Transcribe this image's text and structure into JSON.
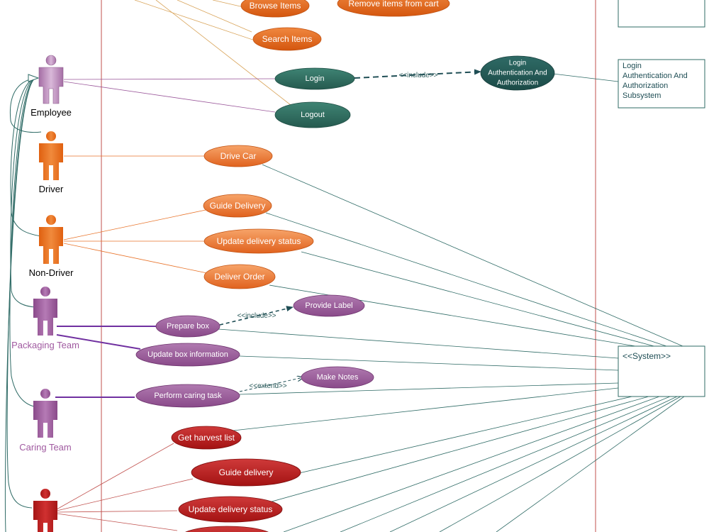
{
  "actors": {
    "employee": "Employee",
    "driver": "Driver",
    "non_driver": "Non-Driver",
    "packaging_team": "Packaging Team",
    "caring_team": "Caring Team"
  },
  "use_cases": {
    "browse_items": "Browse Items",
    "remove_items_from_cart": "Remove items from cart",
    "search_items": "Search Items",
    "login": "Login",
    "logout": "Logout",
    "login_auth_1": "Login",
    "login_auth_2": "Authentication And",
    "login_auth_3": "Authorization",
    "drive_car": "Drive Car",
    "guide_delivery_1": "Guide Delivery",
    "update_delivery_status_1": "Update delivery status",
    "deliver_order": "Deliver Order",
    "prepare_box": "Prepare box",
    "provide_label": "Provide Label",
    "update_box_information": "Update box information",
    "perform_caring_task": "Perform caring task",
    "make_notes": "Make Notes",
    "get_harvest_list": "Get harvest list",
    "guide_delivery_2": "Guide delivery",
    "update_delivery_status_2": "Update delivery status"
  },
  "relations": {
    "include_login": "<<include>>",
    "include_label": "<<include>>",
    "extend_notes": "<<extend>>"
  },
  "external": {
    "subsystem_line1": "Login",
    "subsystem_line2": "Authentication And",
    "subsystem_line3": "Authorization",
    "subsystem_line4": "Subsystem",
    "system": "<<System>>"
  },
  "colors": {
    "orange": "#e8732a",
    "teal": "#2e6b5e",
    "purple": "#9a579a",
    "red": "#b31b1b",
    "boundary": "#c0504d"
  }
}
